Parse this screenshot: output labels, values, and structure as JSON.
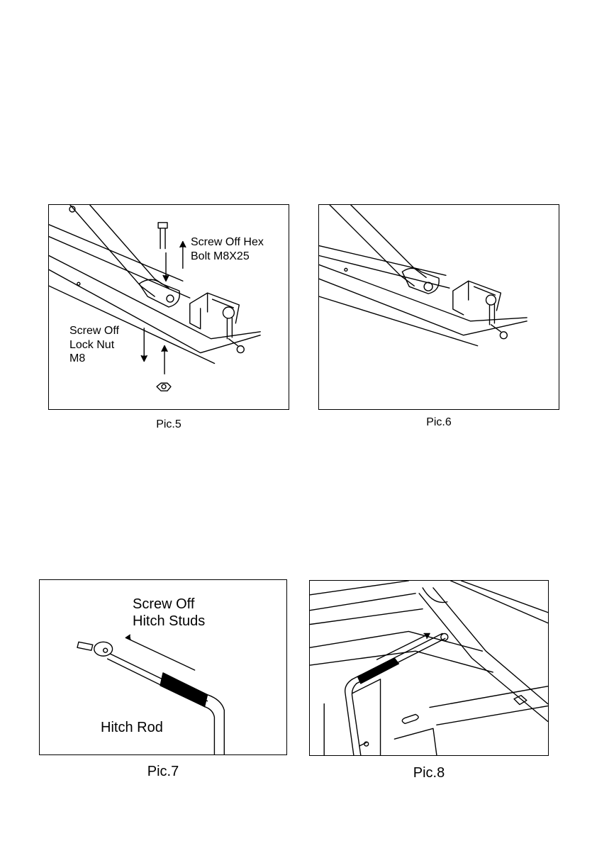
{
  "figures": [
    {
      "caption": "Pic.5",
      "icon": "bolt-and-nut-removal-illustration",
      "labels": [
        "Screw Off Hex\nBolt M8X25",
        "Screw Off\nLock Nut\nM8"
      ]
    },
    {
      "caption": "Pic.6",
      "icon": "bracket-assembled-illustration",
      "labels": []
    },
    {
      "caption": "Pic.7",
      "icon": "hitch-rod-illustration",
      "labels": [
        "Screw Off\nHitch Studs",
        "Hitch Rod"
      ]
    },
    {
      "caption": "Pic.8",
      "icon": "hitch-rod-in-frame-illustration",
      "labels": []
    }
  ]
}
